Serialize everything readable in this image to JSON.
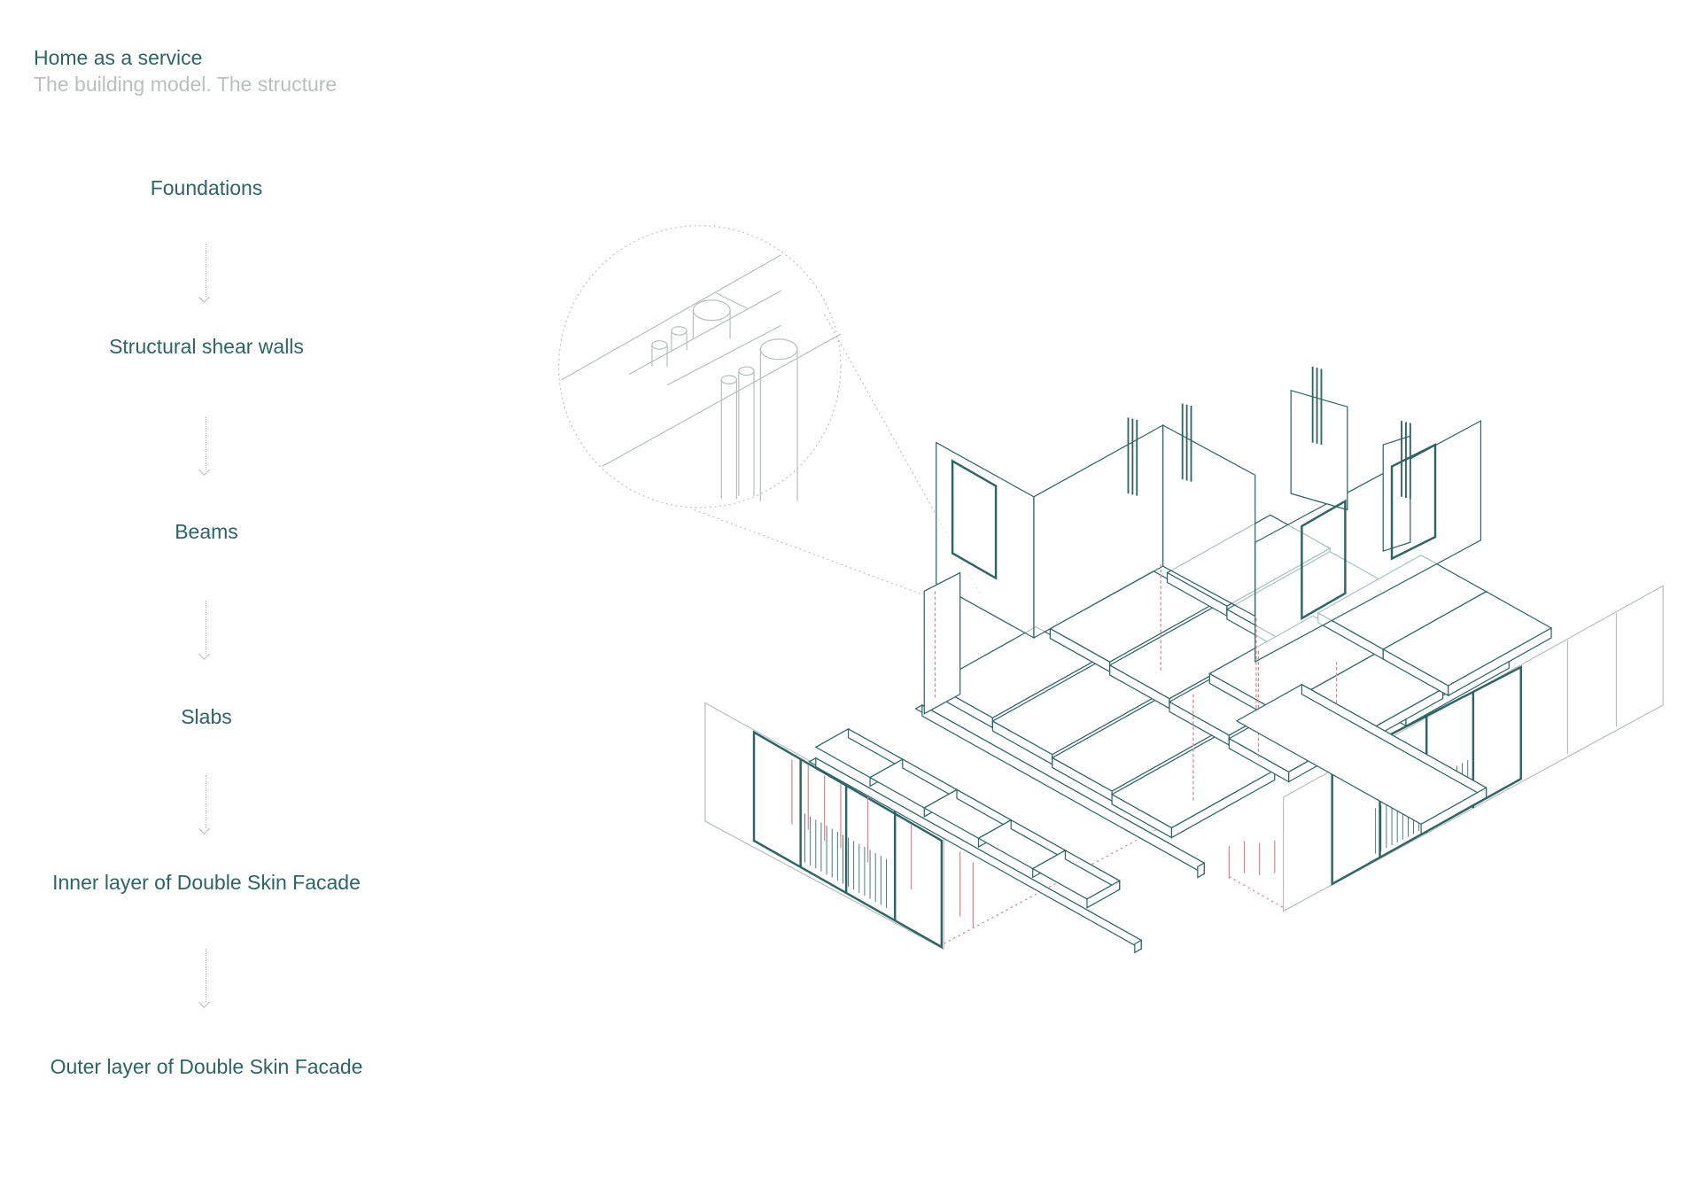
{
  "header": {
    "title": "Home as a service",
    "subtitle": "The building model. The structure"
  },
  "steps": [
    {
      "label": "Foundations"
    },
    {
      "label": "Structural  shear walls"
    },
    {
      "label": "Beams"
    },
    {
      "label": "Slabs"
    },
    {
      "label": "Inner layer of Double Skin Facade"
    },
    {
      "label": "Outer layer of Double Skin Facade"
    }
  ],
  "colors": {
    "line": "#2e6466",
    "accent": "#d9868c",
    "muted": "#b9bfbf"
  },
  "drawing": {
    "icon": "isometric-exploded-building-structure"
  }
}
